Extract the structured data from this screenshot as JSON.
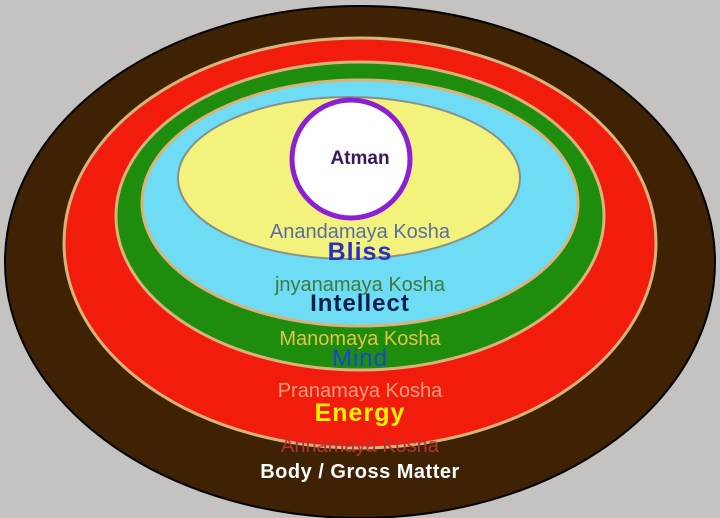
{
  "background": "#c5c3c2",
  "layers": [
    {
      "id": "annamaya",
      "kosha": "Annamaya Kosha",
      "meaning": "Body / Gross Matter",
      "fill": "#3f2204",
      "kosha_color": "#b33434",
      "meaning_color": "#ffffff"
    },
    {
      "id": "pranamaya",
      "kosha": "Pranamaya Kosha",
      "meaning": "Energy",
      "fill": "#f21c0d",
      "kosha_color": "#f2a07a",
      "meaning_color": "#fff200"
    },
    {
      "id": "manomaya",
      "kosha": "Manomaya Kosha",
      "meaning": "Mind",
      "fill": "#1e8c0c",
      "kosha_color": "#e3c34e",
      "meaning_color": "#1846d8"
    },
    {
      "id": "jnyanamaya",
      "kosha": "jnyanamaya Kosha",
      "meaning": "Intellect",
      "fill": "#6ddcf4",
      "kosha_color": "#3f7a3f",
      "meaning_color": "#0a1e4e"
    },
    {
      "id": "anandamaya",
      "kosha": "Anandamaya Kosha",
      "meaning": "Bliss",
      "fill": "#f2f27c",
      "kosha_color": "#5a6ea0",
      "meaning_color": "#2730c8"
    }
  ],
  "core": {
    "label": "Atman",
    "fill": "#ffffff",
    "ring_color": "#8a1fd6",
    "text_color": "#3a1860"
  },
  "ring_border_color": "#d9b47a"
}
